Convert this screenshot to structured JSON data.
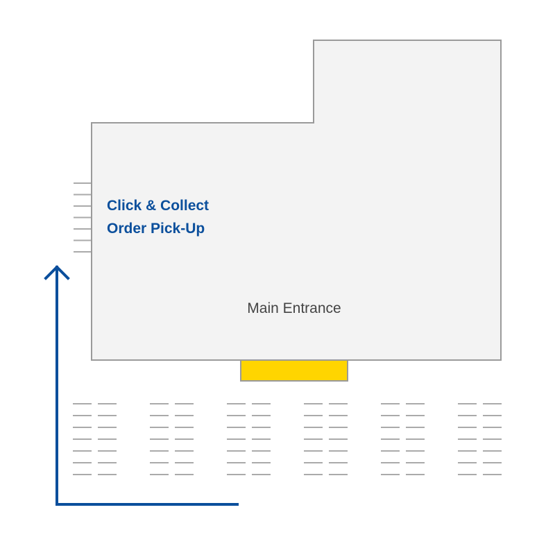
{
  "labels": {
    "pickup_line1": "Click & Collect",
    "pickup_line2": "Order Pick-Up",
    "entrance": "Main Entrance"
  },
  "colors": {
    "building_fill": "#f3f3f3",
    "building_stroke": "#9a9a9a",
    "entrance_fill": "#ffd500",
    "route": "#0b4f9c",
    "pickup_text": "#0b4f9c",
    "entrance_text": "#444444",
    "parking_lines": "#aaaaaa"
  }
}
